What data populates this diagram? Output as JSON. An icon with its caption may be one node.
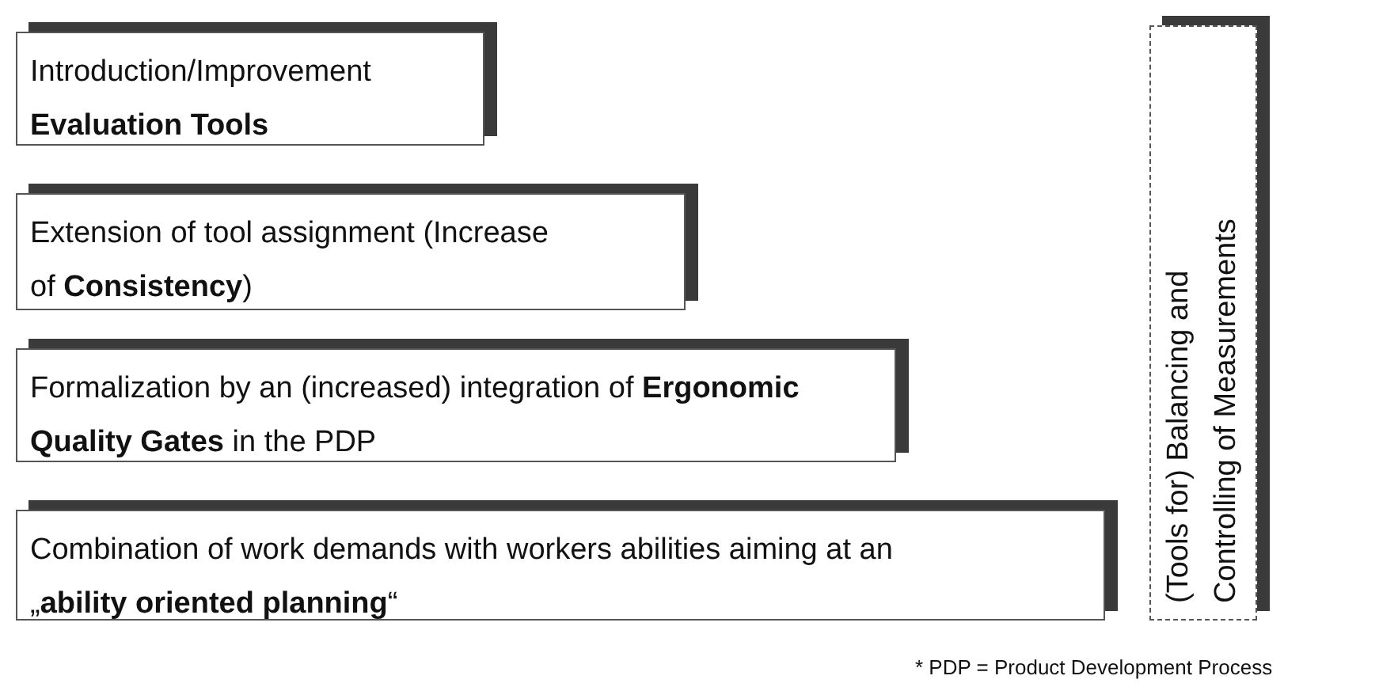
{
  "diagram": {
    "nodes": [
      {
        "text": [
          "Introduction/Improvement **Evaluation Tools**"
        ]
      },
      {
        "text": [
          "Extension of tool assignment (Increase of **Consistency**)"
        ]
      },
      {
        "text": [
          "Formalization by an (increased) integration of **Ergonomic Quality Gates** in the PDP"
        ]
      },
      {
        "text": [
          "Combination of work demands with workers abilities aiming at an „**ability oriented planning**“"
        ]
      },
      {
        "text": [
          "(Tools for) Balancing and Controlling of Measurements"
        ]
      }
    ],
    "labels": [
      "* PDP = Product Development Process"
    ]
  }
}
